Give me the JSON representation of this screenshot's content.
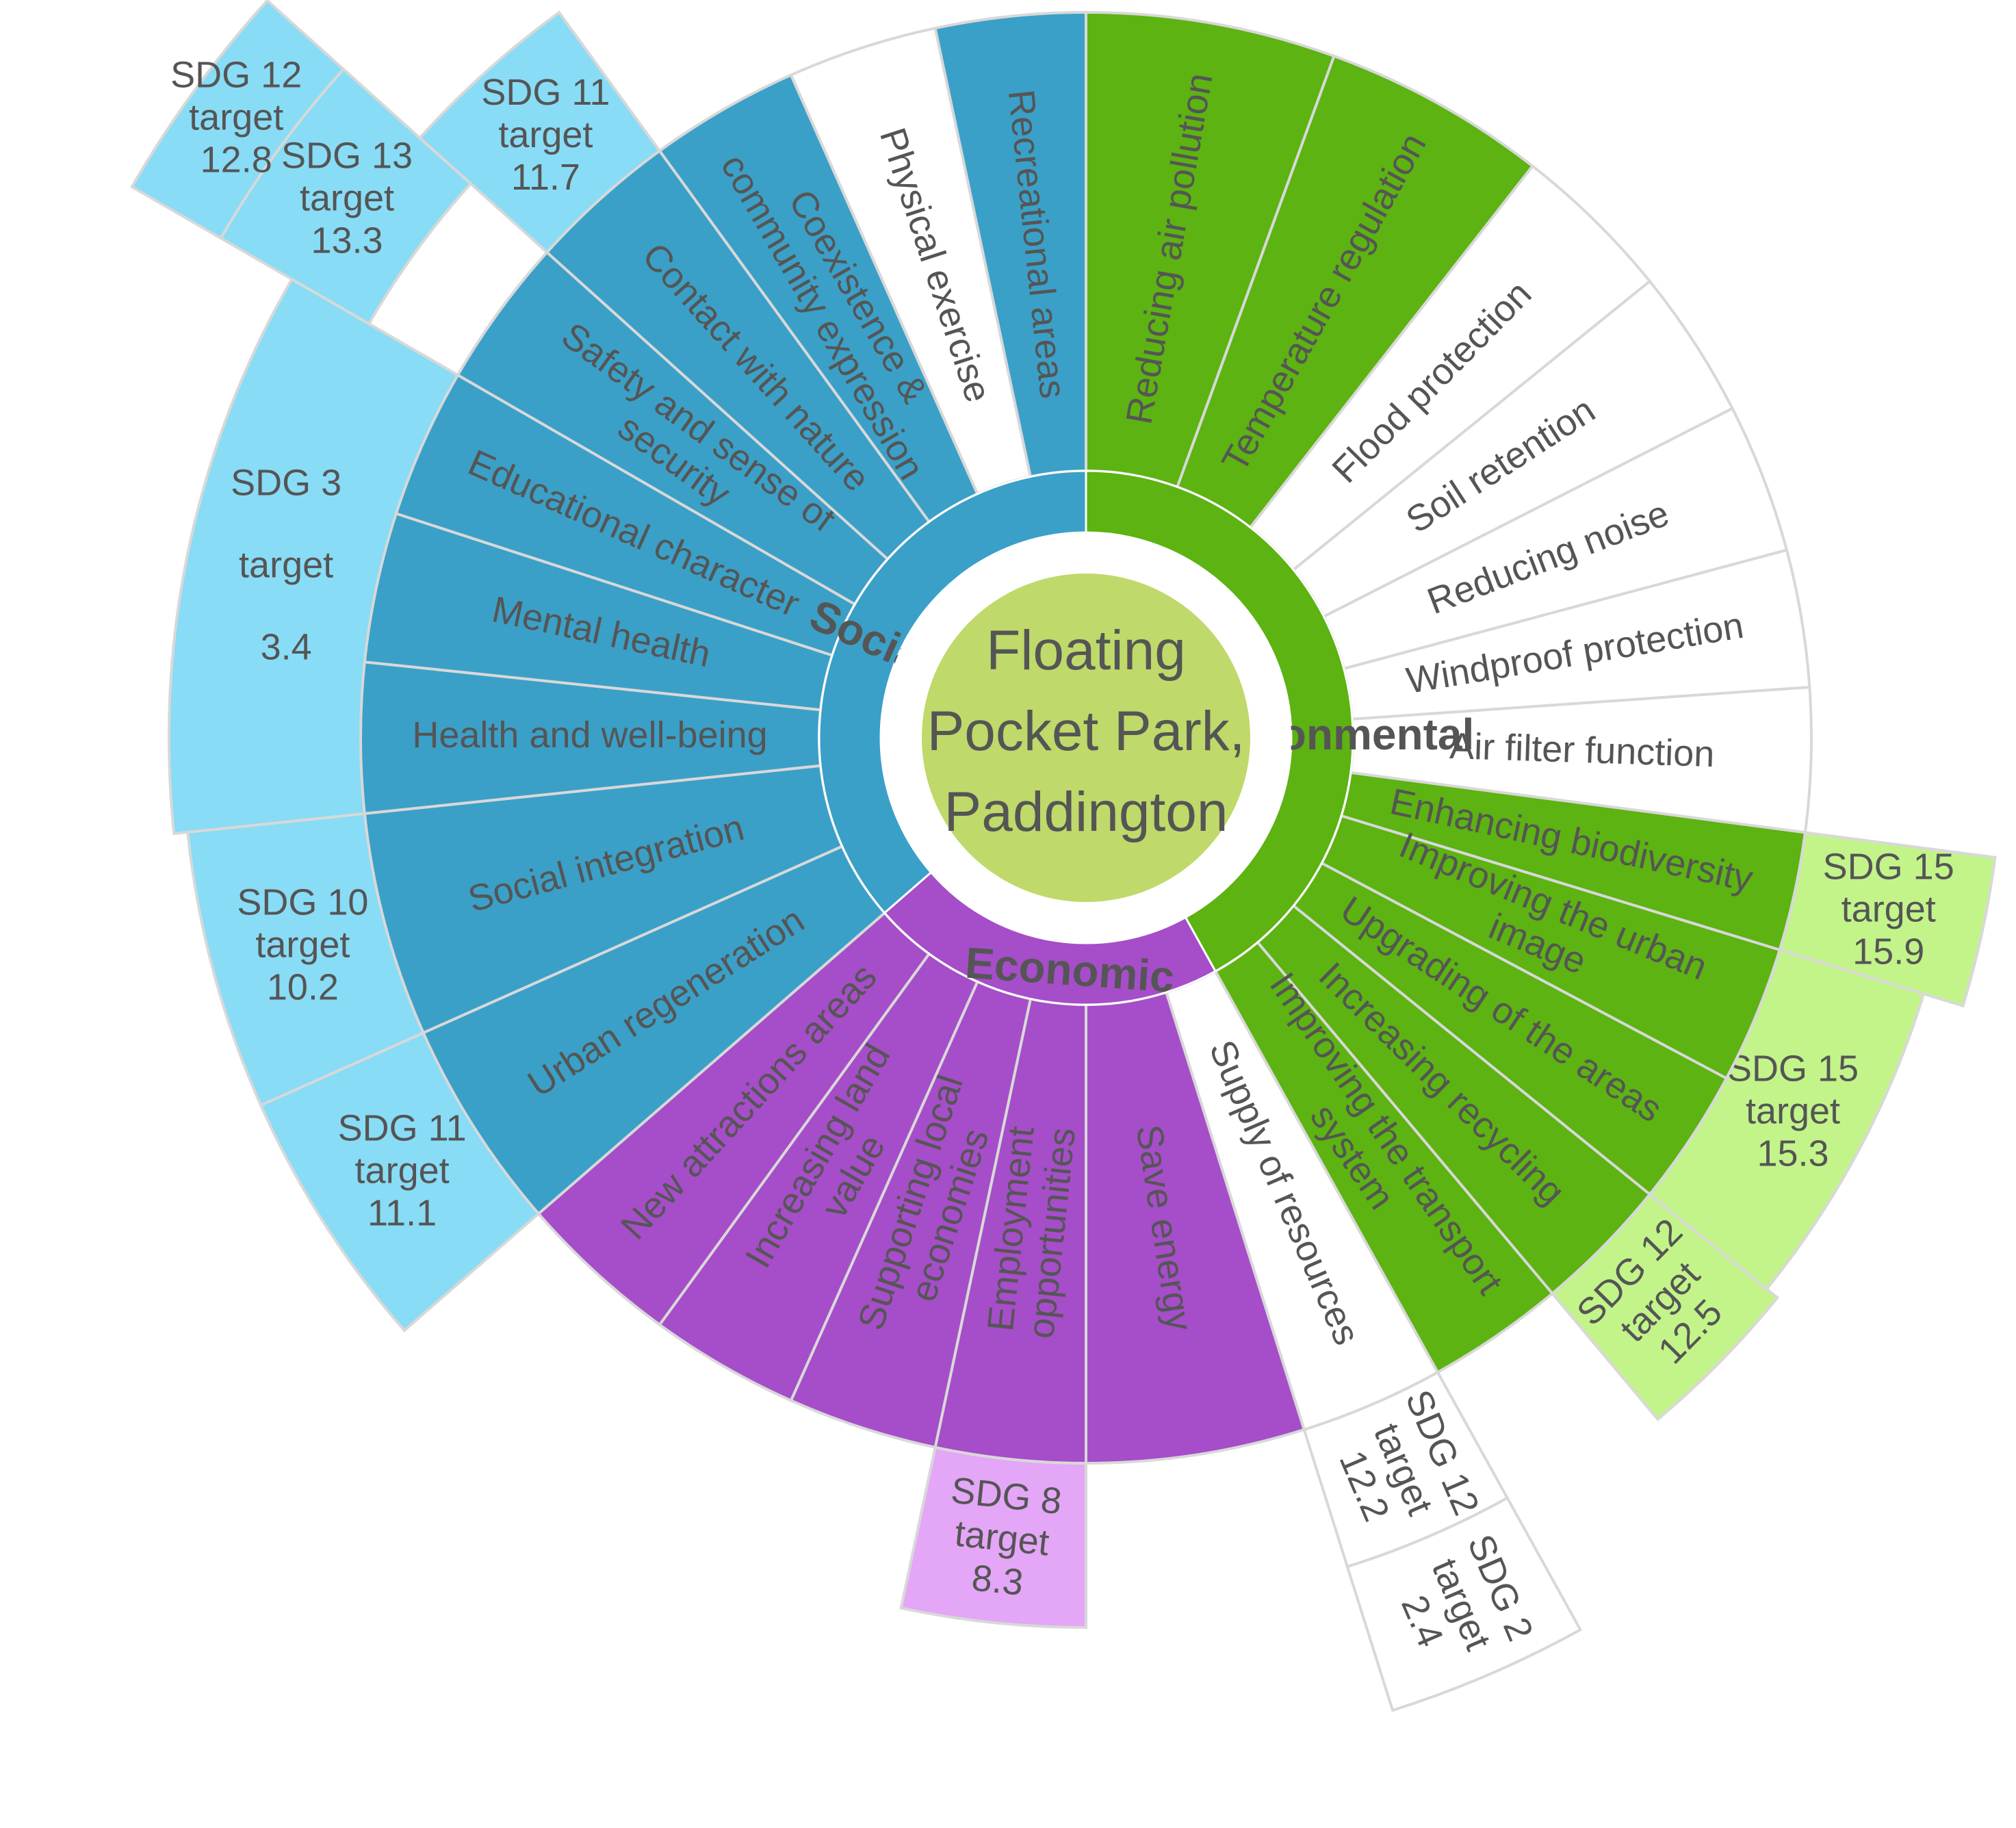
{
  "center": {
    "lines": [
      "Floating",
      "Pocket Park,",
      "Paddington"
    ],
    "color": "#bfd96a"
  },
  "colors": {
    "social": "#3aa0c8",
    "social_sdg": "#88dcf6",
    "economic": "#a64dc9",
    "economic_sdg": "#e4a6f7",
    "environmental": "#5cb311",
    "environmental_sdg": "#c2f48a",
    "plain": "#ffffff",
    "stroke": "#d8d8d8",
    "text": "#555555"
  },
  "categories": [
    {
      "name": "Social",
      "color_key": "social"
    },
    {
      "name": "Environmental",
      "color_key": "environmental"
    },
    {
      "name": "Economic",
      "color_key": "economic"
    }
  ],
  "benefits": [
    {
      "label": "Reducing air pollution",
      "category": "Environmental",
      "highlighted": true
    },
    {
      "label": "Temperature regulation",
      "category": "Environmental",
      "highlighted": true
    },
    {
      "label": "Flood protection",
      "category": "Environmental",
      "highlighted": false
    },
    {
      "label": "Soil retention",
      "category": "Environmental",
      "highlighted": false
    },
    {
      "label": "Reducing noise",
      "category": "Environmental",
      "highlighted": false
    },
    {
      "label": "Windproof protection",
      "category": "Environmental",
      "highlighted": false
    },
    {
      "label": "Air filter function",
      "category": "Environmental",
      "highlighted": false
    },
    {
      "label": "Enhancing biodiversity",
      "category": "Environmental",
      "highlighted": true
    },
    {
      "label": "Improving the urban image",
      "category": "Environmental",
      "highlighted": true
    },
    {
      "label": "Upgrading of the areas",
      "category": "Environmental",
      "highlighted": true
    },
    {
      "label": "Increasing recycling",
      "category": "Environmental",
      "highlighted": true
    },
    {
      "label": "Improving the transport system",
      "category": "Environmental",
      "highlighted": true
    },
    {
      "label": "Supply of resources",
      "category": "Economic",
      "highlighted": false
    },
    {
      "label": "Save energy",
      "category": "Economic",
      "highlighted": true
    },
    {
      "label": "Employment opportunities",
      "category": "Economic",
      "highlighted": true
    },
    {
      "label": "Supporting local economies",
      "category": "Economic",
      "highlighted": true
    },
    {
      "label": "Increasing land value",
      "category": "Economic",
      "highlighted": true
    },
    {
      "label": "New attractions areas",
      "category": "Economic",
      "highlighted": true
    },
    {
      "label": "Urban regeneration",
      "category": "Social",
      "highlighted": true
    },
    {
      "label": "Social integration",
      "category": "Social",
      "highlighted": true
    },
    {
      "label": "Health and well-being",
      "category": "Social",
      "highlighted": true
    },
    {
      "label": "Mental health",
      "category": "Social",
      "highlighted": true
    },
    {
      "label": "Educational character",
      "category": "Social",
      "highlighted": true
    },
    {
      "label": "Safety and sense of security",
      "category": "Social",
      "highlighted": true
    },
    {
      "label": "Contact with nature",
      "category": "Social",
      "highlighted": true
    },
    {
      "label": "Coexistence & community expression",
      "category": "Social",
      "highlighted": true
    },
    {
      "label": "Physical exercise",
      "category": "Social",
      "highlighted": false
    },
    {
      "label": "Recreational areas",
      "category": "Social",
      "highlighted": true
    }
  ],
  "sdg_targets": [
    {
      "label": "SDG 15 target 15.9",
      "color_key": "environmental_sdg"
    },
    {
      "label": "SDG 15 target 15.3",
      "color_key": "environmental_sdg"
    },
    {
      "label": "SDG 12 target 12.5",
      "color_key": "environmental_sdg"
    },
    {
      "label": "SDG 12 target 12.2",
      "color_key": "plain"
    },
    {
      "label": "SDG 2 target 2.4",
      "color_key": "plain"
    },
    {
      "label": "SDG 8 target 8.3",
      "color_key": "economic_sdg"
    },
    {
      "label": "SDG 11 target 11.1",
      "color_key": "social_sdg"
    },
    {
      "label": "SDG 10 target 10.2",
      "color_key": "social_sdg"
    },
    {
      "label": "SDG 3 target 3.4",
      "color_key": "social_sdg"
    },
    {
      "label": "SDG 13 target 13.3",
      "color_key": "social_sdg"
    },
    {
      "label": "SDG 12 target 12.8",
      "color_key": "social_sdg"
    },
    {
      "label": "SDG 11 target 11.7",
      "color_key": "social_sdg"
    }
  ]
}
